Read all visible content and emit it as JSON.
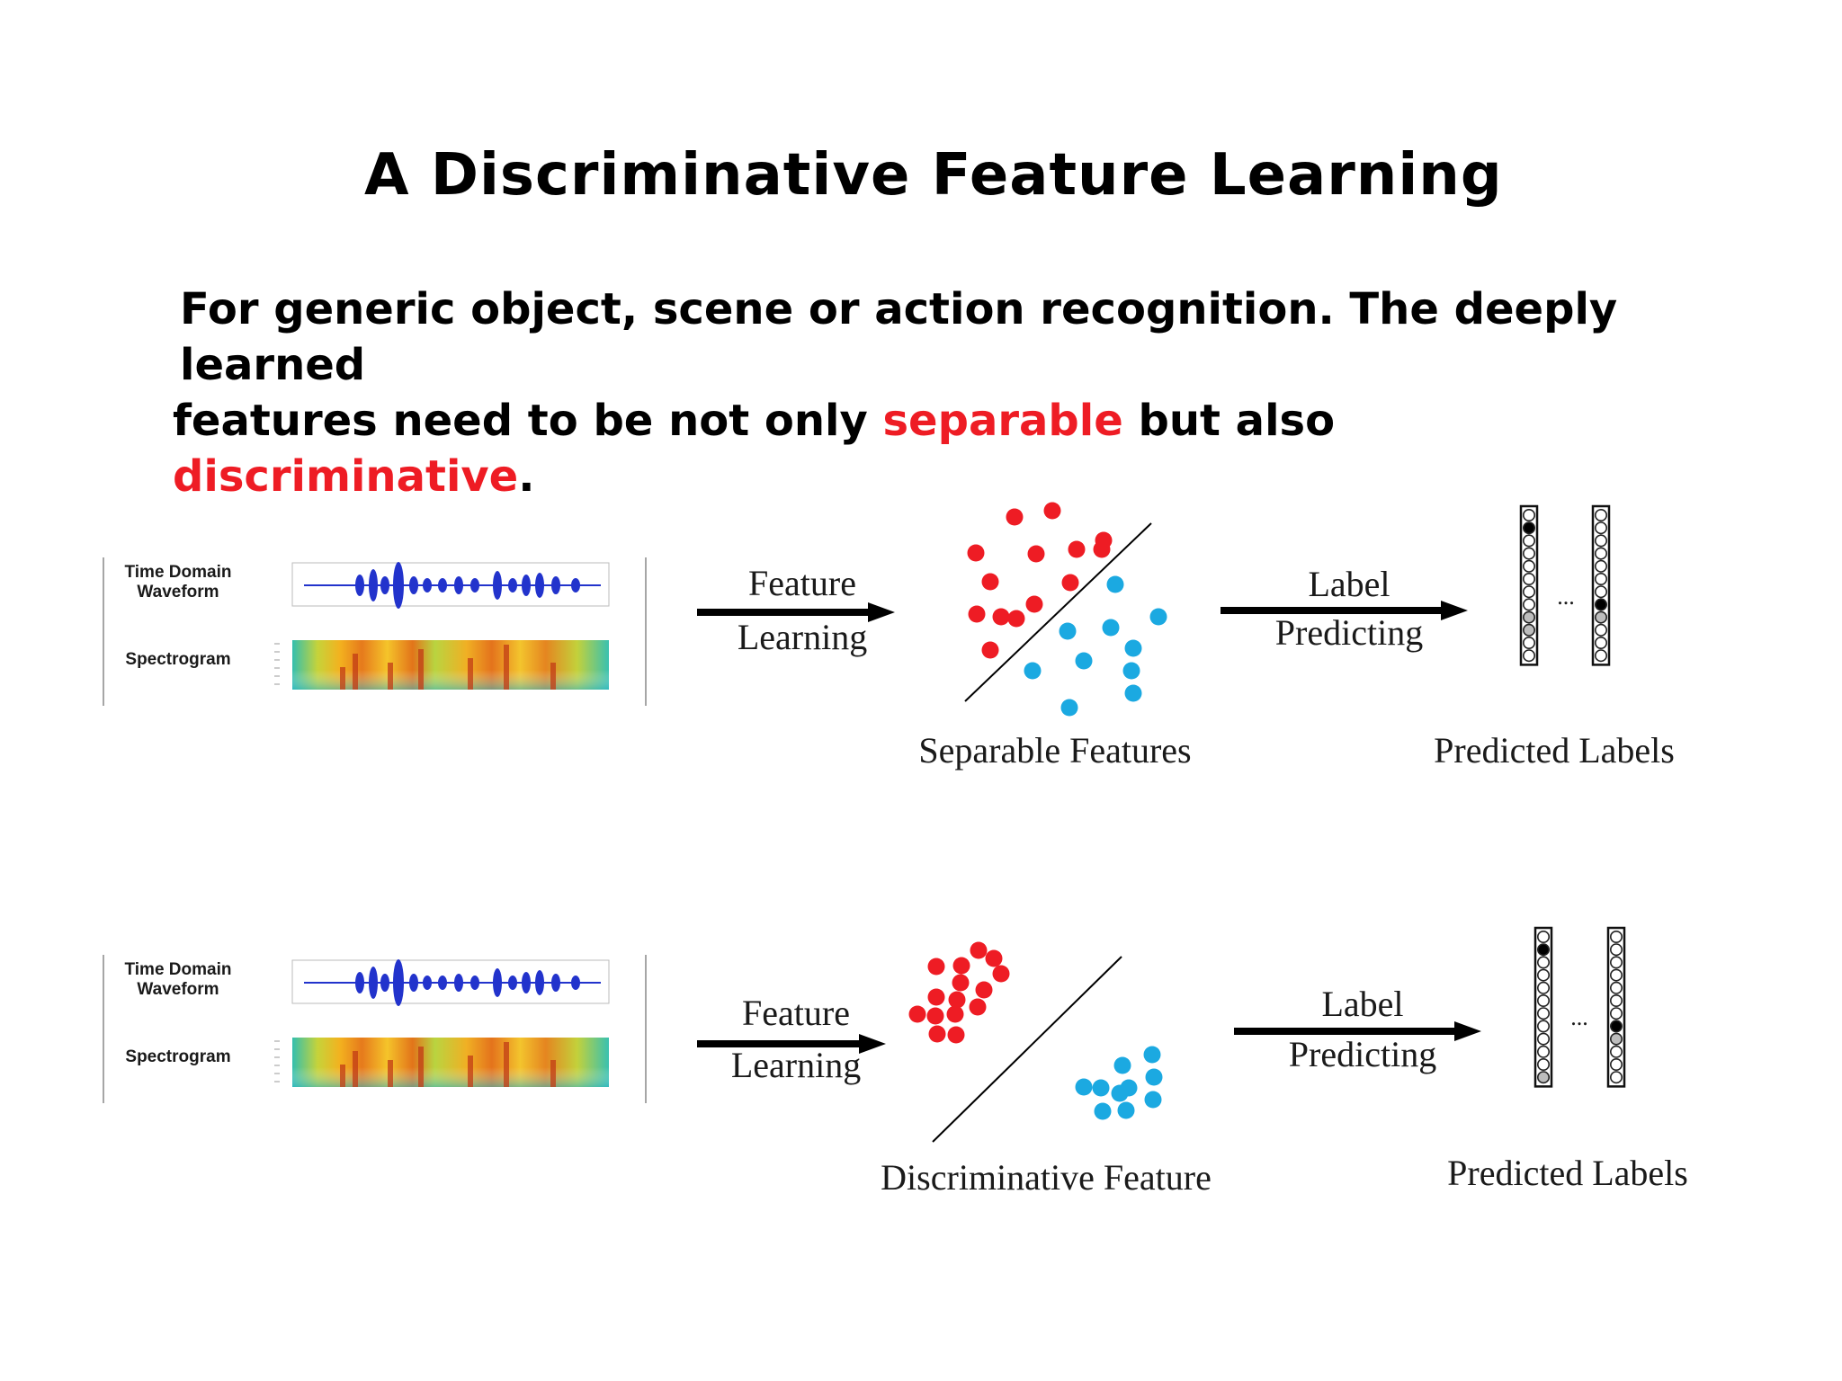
{
  "slide": {
    "title": "A Discriminative Feature Learning",
    "subtitle": {
      "line1": "For generic object, scene or action recognition. The deeply learned",
      "line2_prefix": "features need to be not only ",
      "highlight1": "separable",
      "line2_middle": " but also ",
      "highlight2": "discriminative",
      "line2_suffix": "."
    },
    "highlight_color": "#ee1c24"
  },
  "input_panel": {
    "waveform_label_1": "Time Domain",
    "waveform_label_2": "Waveform",
    "spectrogram_label": "Spectrogram"
  },
  "rows": [
    {
      "arrow1_label_1": "Feature",
      "arrow1_label_2": "Learning",
      "features_caption": "Separable Features",
      "arrow2_label_1": "Label",
      "arrow2_label_2": "Predicting",
      "ellipsis": "...",
      "labels_caption": "Predicted Labels"
    },
    {
      "arrow1_label_1": "Feature",
      "arrow1_label_2": "Learning",
      "features_caption": "Discriminative Feature",
      "arrow2_label_1": "Label",
      "arrow2_label_2": "Predicting",
      "ellipsis": "...",
      "labels_caption": "Predicted Labels"
    }
  ],
  "colors": {
    "class_a": "#ee1c24",
    "class_b": "#1ba9e1",
    "waveform": "#2233cc"
  }
}
